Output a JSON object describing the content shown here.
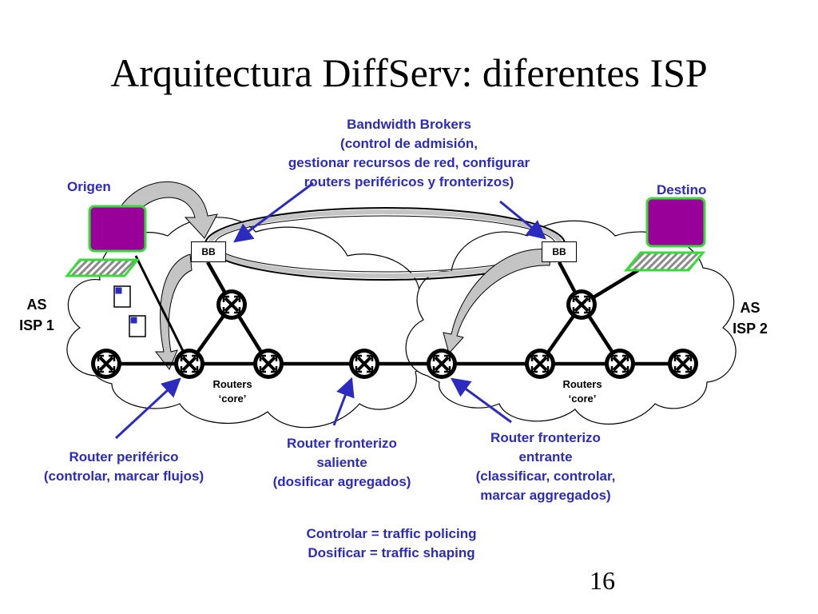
{
  "slide": {
    "title": "Arquitectura DiffServ: diferentes ISP",
    "page_number": "16"
  },
  "labels": {
    "bandwidth_brokers": [
      "Bandwidth Brokers",
      "(control de admisión,",
      "gestionar recursos de red, configurar",
      "routers periféricos y fronterizos)"
    ],
    "origen": "Origen",
    "destino": "Destino",
    "as_isp1": [
      "AS",
      "ISP 1"
    ],
    "as_isp2": [
      "AS",
      "ISP 2"
    ],
    "bb_box": "BB",
    "routers_core": [
      "Routers",
      "‘core’"
    ],
    "router_periferico": [
      "Router periférico",
      "(controlar, marcar flujos)"
    ],
    "router_fronterizo_saliente": [
      "Router fronterizo",
      "saliente",
      "(dosificar agregados)"
    ],
    "router_fronterizo_entrante": [
      "Router fronterizo",
      "entrante",
      "(classificar, controlar,",
      "marcar aggregados)"
    ],
    "definitions": [
      "Controlar = traffic policing",
      "Dosificar = traffic shaping"
    ]
  },
  "colors": {
    "label_blue": "#2b2bbf",
    "host_purple": "#990099",
    "host_border": "#33dd33",
    "arrow_gray": "#c4c4c4"
  },
  "icons": {
    "router": "router-icon",
    "host": "computer-terminal-icon",
    "packet": "packet-icon"
  }
}
